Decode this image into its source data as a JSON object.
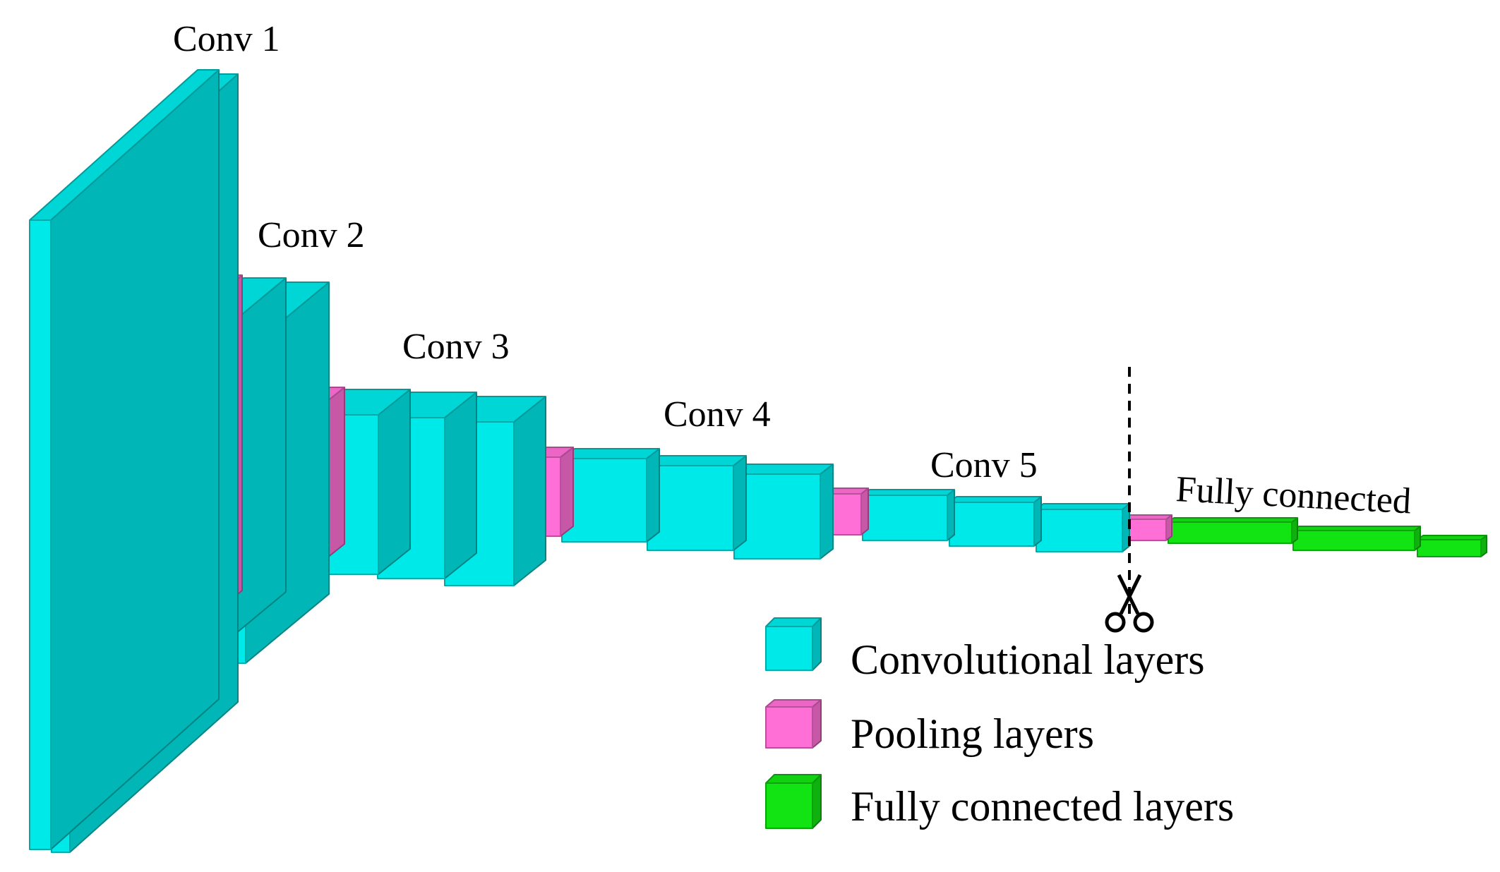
{
  "colors": {
    "conv": "#00e9e9",
    "pool": "#ff6fd6",
    "fc": "#12e312",
    "edge": "#00a8a8"
  },
  "labels": {
    "conv1": "Conv 1",
    "conv2": "Conv 2",
    "conv3": "Conv 3",
    "conv4": "Conv 4",
    "conv5": "Conv 5",
    "fully_connected": "Fully connected"
  },
  "legend": {
    "items": [
      {
        "key": "conv",
        "label": "Convolutional layers"
      },
      {
        "key": "pool",
        "label": "Pooling layers"
      },
      {
        "key": "fc",
        "label": "Fully connected layers"
      }
    ]
  },
  "icons": {
    "cut": "scissors-icon"
  }
}
